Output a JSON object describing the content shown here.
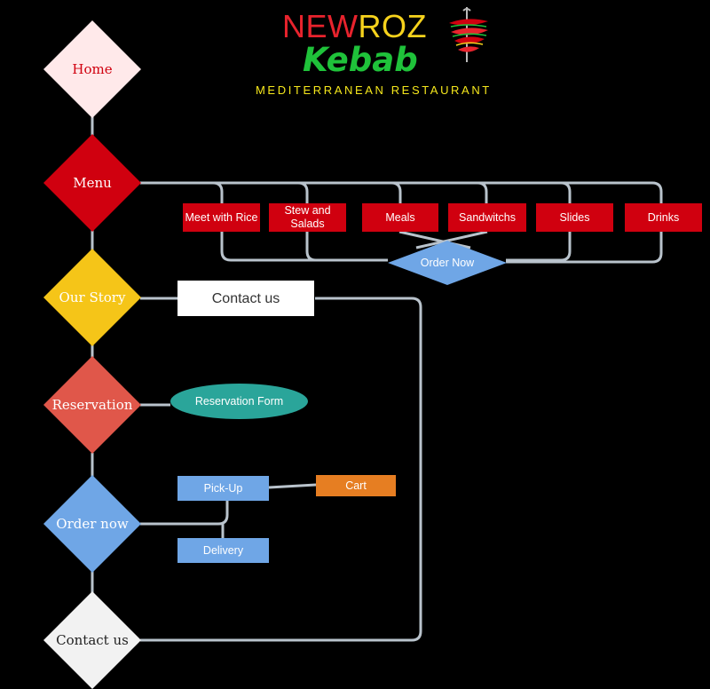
{
  "colors": {
    "background": "#000000",
    "connector": "#b9c3cc",
    "home": "#ffe9ea",
    "menu": "#d0000f",
    "our_story": "#f5c518",
    "reservation": "#e0574a",
    "order_now": "#6fa6e6",
    "contact": "#f2f2f2",
    "menu_item": "#d0000f",
    "order_option": "#6fa6e6",
    "cart": "#e67e22",
    "reservation_form": "#2aa59a",
    "logo_red": "#e8232d",
    "logo_yellow": "#f6d21c",
    "logo_green": "#1fc23a",
    "tagline": "#f6e81c"
  },
  "logo": {
    "new": "NEW",
    "roz": "ROZ",
    "kebab": "Kebab",
    "tagline": "MEDITERRANEAN RESTAURANT",
    "icon": "kebab-skewer-icon"
  },
  "nav": {
    "home": "Home",
    "menu": "Menu",
    "our_story": "Our Story",
    "reservation": "Reservation",
    "order_now": "Order now",
    "contact": "Contact us"
  },
  "menu_items": [
    "Meet with Rice",
    "Stew and Salads",
    "Meals",
    "Sandwitchs",
    "Slides",
    "Drinks"
  ],
  "menu_order_now": "Order Now",
  "contact_box": "Contact us",
  "reservation_form": "Reservation Form",
  "order_options": {
    "pickup": "Pick-Up",
    "delivery": "Delivery",
    "cart": "Cart"
  }
}
